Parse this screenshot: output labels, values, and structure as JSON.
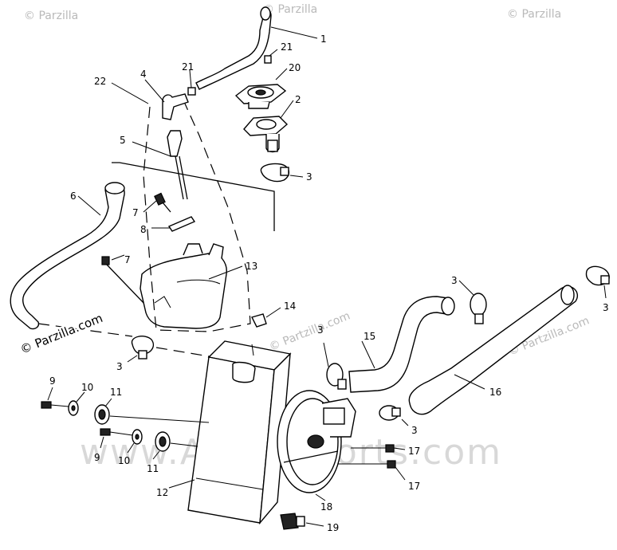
{
  "diagram": {
    "part_numbers": [
      "1",
      "21",
      "20",
      "2",
      "3",
      "22",
      "4",
      "21",
      "5",
      "6",
      "7",
      "8",
      "7",
      "13",
      "14",
      "3",
      "3",
      "15",
      "3",
      "3",
      "16",
      "9",
      "10",
      "11",
      "9",
      "10",
      "11",
      "12",
      "18",
      "17",
      "17",
      "3",
      "19"
    ],
    "watermarks": {
      "top_left": "© Parzilla",
      "top_mid": "© Parzilla",
      "top_right": "© Parzilla",
      "left": "© Parzilla.com",
      "center": "© Partzilla.com",
      "right": "© Partzilla.com",
      "banner": "www.AlphaSports.com"
    }
  }
}
